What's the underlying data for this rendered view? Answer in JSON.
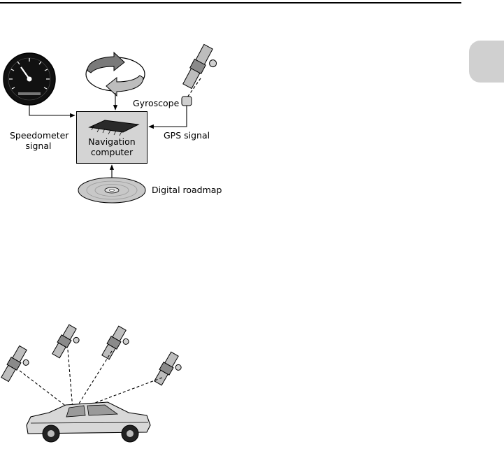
{
  "diagram": {
    "navigation_computer": {
      "line1": "Navigation",
      "line2": "computer"
    },
    "gyroscope": "Gyroscope",
    "speedometer": {
      "line1": "Speedometer",
      "line2": "signal"
    },
    "gps_signal": "GPS signal",
    "digital_roadmap": "Digital roadmap"
  },
  "colors": {
    "box_fill": "#d4d4d4",
    "tab_fill": "#d0d0d0",
    "gyro_gray": "#8c8c8c",
    "line": "#000000"
  },
  "icons": [
    "speedometer-icon",
    "gyroscope-icon",
    "satellite-icon",
    "gps-receiver-icon",
    "chip-icon",
    "cd-icon",
    "car-icon"
  ]
}
